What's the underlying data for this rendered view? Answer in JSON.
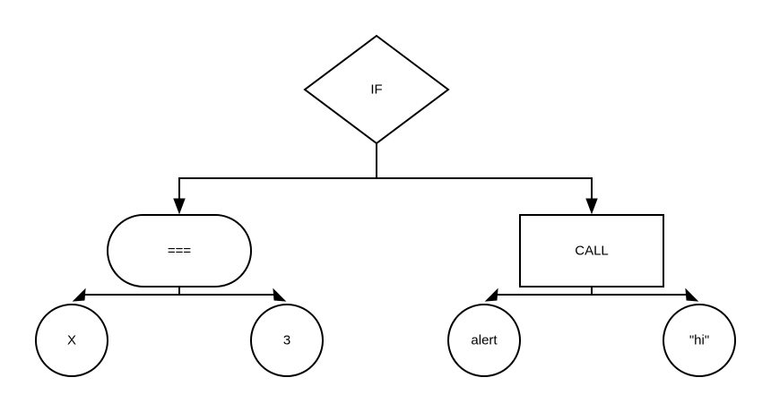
{
  "nodes": {
    "if": {
      "label": "IF",
      "shape": "diamond"
    },
    "strict_equals": {
      "label": "===",
      "shape": "rounded-rectangle"
    },
    "call": {
      "label": "CALL",
      "shape": "rectangle"
    },
    "x": {
      "label": "X",
      "shape": "circle"
    },
    "three": {
      "label": "3",
      "shape": "circle"
    },
    "alert": {
      "label": "alert",
      "shape": "circle"
    },
    "hi": {
      "label": "\"hi\"",
      "shape": "circle"
    }
  },
  "edges": [
    {
      "from": "if",
      "to": "strict_equals"
    },
    {
      "from": "if",
      "to": "call"
    },
    {
      "from": "strict_equals",
      "to": "x"
    },
    {
      "from": "strict_equals",
      "to": "three"
    },
    {
      "from": "call",
      "to": "alert"
    },
    {
      "from": "call",
      "to": "hi"
    }
  ],
  "colors": {
    "stroke": "#000000",
    "fill": "#ffffff"
  }
}
